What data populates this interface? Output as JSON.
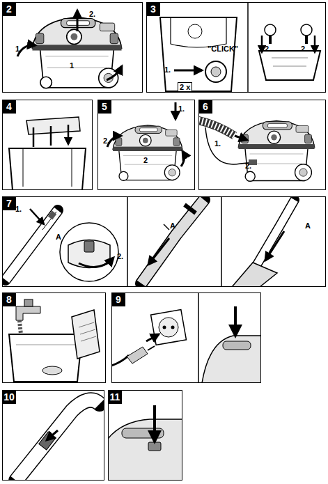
{
  "diagram": {
    "nodes": [
      {
        "text": [
          "2"
        ]
      },
      {
        "text": [
          "3"
        ]
      },
      {
        "text": [
          "4"
        ]
      },
      {
        "text": [
          "5"
        ]
      },
      {
        "text": [
          "6"
        ]
      },
      {
        "text": [
          "7"
        ]
      },
      {
        "text": [
          "8"
        ]
      },
      {
        "text": [
          "9"
        ]
      },
      {
        "text": [
          "10"
        ]
      },
      {
        "text": [
          "11"
        ]
      }
    ],
    "labels": [
      "1.",
      "2.",
      "1",
      "1.",
      "\"CLICK\"",
      "2 x",
      "2.",
      "2.",
      "1.",
      "2.",
      "2",
      "1.",
      "2.",
      "1.",
      "A",
      "2.",
      "A",
      "A"
    ]
  }
}
